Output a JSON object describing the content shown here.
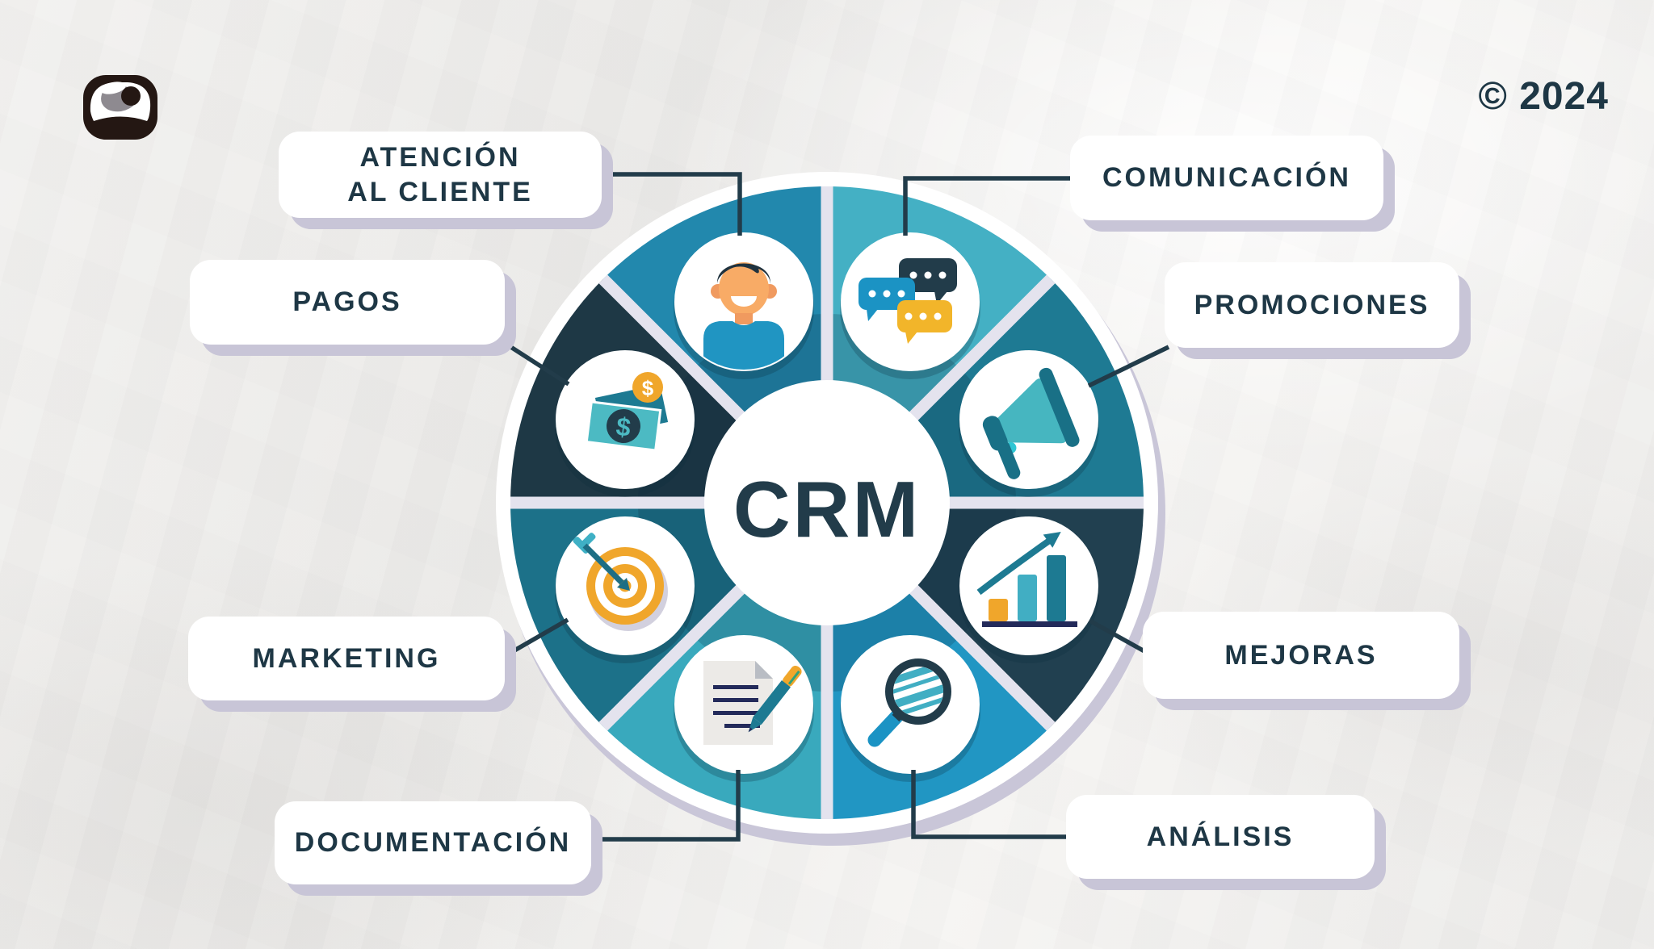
{
  "header": {
    "copyright": "© 2024",
    "logo_icon": "eye-logo-icon"
  },
  "center": {
    "title": "CRM",
    "circle_color": "#ffffff",
    "text_color": "#223c4a"
  },
  "wheel": {
    "connector_color": "#223c4a",
    "spoke_color": "#e4e3ee",
    "outer_ring_color": "#ffffff",
    "outer_shadow_color": "#c9c6d8",
    "label_shadow_color": "#c8c5d7",
    "segments": [
      {
        "name": "comunicacion",
        "label": "COMUNICACIÓN",
        "color": "#44b0c4",
        "icon": "chat-bubbles-icon"
      },
      {
        "name": "promociones",
        "label": "PROMOCIONES",
        "color": "#1e7a93",
        "icon": "megaphone-icon"
      },
      {
        "name": "mejoras",
        "label": "MEJORAS",
        "color": "#214050",
        "icon": "growth-chart-icon"
      },
      {
        "name": "analisis",
        "label": "ANÁLISIS",
        "color": "#2196c3",
        "icon": "magnifying-glass-icon"
      },
      {
        "name": "documentacion",
        "label": "DOCUMENTACIÓN",
        "color": "#39a9bd",
        "icon": "document-pen-icon"
      },
      {
        "name": "marketing",
        "label": "MARKETING",
        "color": "#1c7189",
        "icon": "target-arrow-icon"
      },
      {
        "name": "pagos",
        "label": "PAGOS",
        "color": "#1e3845",
        "icon": "money-icon"
      },
      {
        "name": "atencion",
        "label": "ATENCIÓN AL CLIENTE",
        "line1": "ATENCIÓN",
        "line2": "AL CLIENTE",
        "color": "#2288ad",
        "icon": "customer-icon"
      }
    ]
  }
}
